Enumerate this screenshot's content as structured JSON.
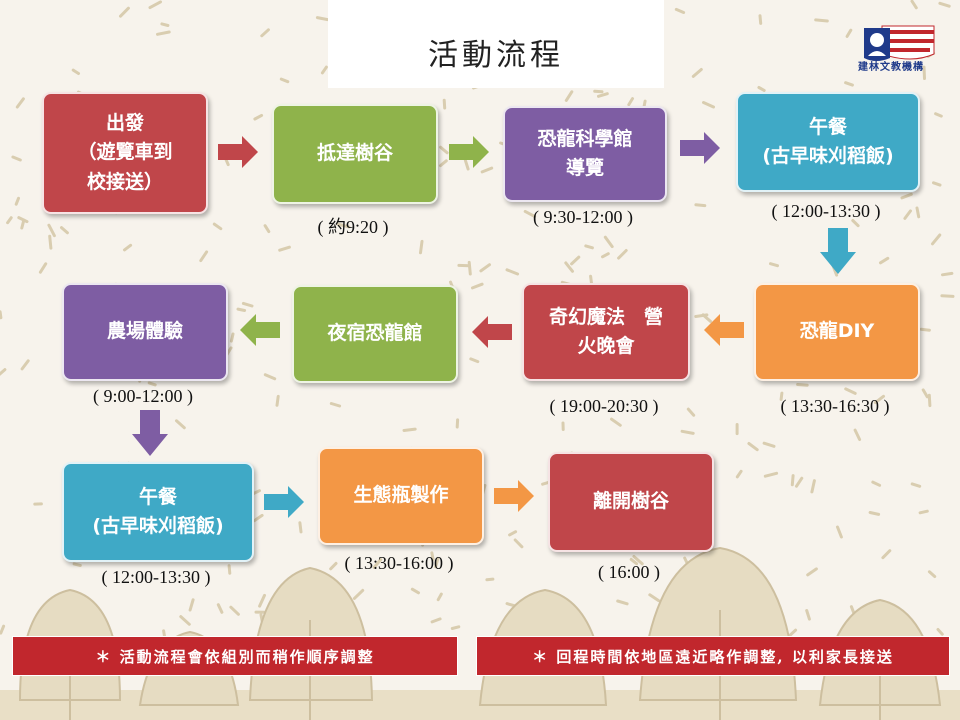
{
  "title": "活動流程",
  "logo": {
    "org_name": "建林文教機構"
  },
  "colors": {
    "red": "#c0464a",
    "green": "#8fb34b",
    "purple": "#7e5da3",
    "teal": "#3fa9c6",
    "orange": "#f39745",
    "note": "#c1272d"
  },
  "steps": [
    {
      "lines": [
        "出發",
        "（遊覽車到",
        "校接送）"
      ],
      "time": ""
    },
    {
      "lines": [
        "抵達樹谷"
      ],
      "time": "( 約9:20 )"
    },
    {
      "lines": [
        "恐龍科學館",
        "導覽"
      ],
      "time": "( 9:30-12:00 )"
    },
    {
      "lines": [
        "午餐",
        "(古早味刈稻飯)"
      ],
      "time": "( 12:00-13:30 )"
    },
    {
      "lines": [
        "恐龍DIY"
      ],
      "time": "( 13:30-16:30 )"
    },
    {
      "lines": [
        "奇幻魔法　營",
        "火晚會"
      ],
      "time": "( 19:00-20:30 )"
    },
    {
      "lines": [
        "夜宿恐龍館"
      ],
      "time": ""
    },
    {
      "lines": [
        "農場體驗"
      ],
      "time": "( 9:00-12:00 )"
    },
    {
      "lines": [
        "午餐",
        "(古早味刈稻飯)"
      ],
      "time": "( 12:00-13:30 )"
    },
    {
      "lines": [
        "生態瓶製作"
      ],
      "time": "( 13:30-16:00 )"
    },
    {
      "lines": [
        "離開樹谷"
      ],
      "time": "( 16:00 )"
    }
  ],
  "notes": [
    "＊ 活動流程會依組別而稍作順序調整",
    "＊ 回程時間依地區遠近略作調整, 以利家長接送"
  ]
}
